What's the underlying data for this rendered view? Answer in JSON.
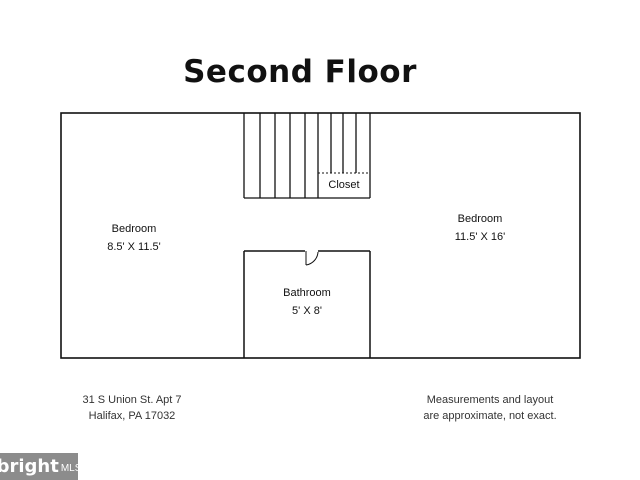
{
  "title": "Second Floor",
  "rooms": {
    "bedroom_left": {
      "name": "Bedroom",
      "size": "8.5' X 11.5'"
    },
    "bedroom_right": {
      "name": "Bedroom",
      "size": "11.5' X 16'"
    },
    "bathroom": {
      "name": "Bathroom",
      "size": "5' X 8'"
    },
    "closet": {
      "name": "Closet"
    }
  },
  "address": {
    "line1": "31 S Union St. Apt 7",
    "line2": "Halifax, PA 17032"
  },
  "disclaimer": {
    "line1": "Measurements and layout",
    "line2": "are approximate, not exact."
  },
  "watermark": {
    "brand": "bright",
    "suffix": "MLS"
  },
  "colors": {
    "wall": "#111111",
    "watermark_bg": "#8c8c8c"
  }
}
